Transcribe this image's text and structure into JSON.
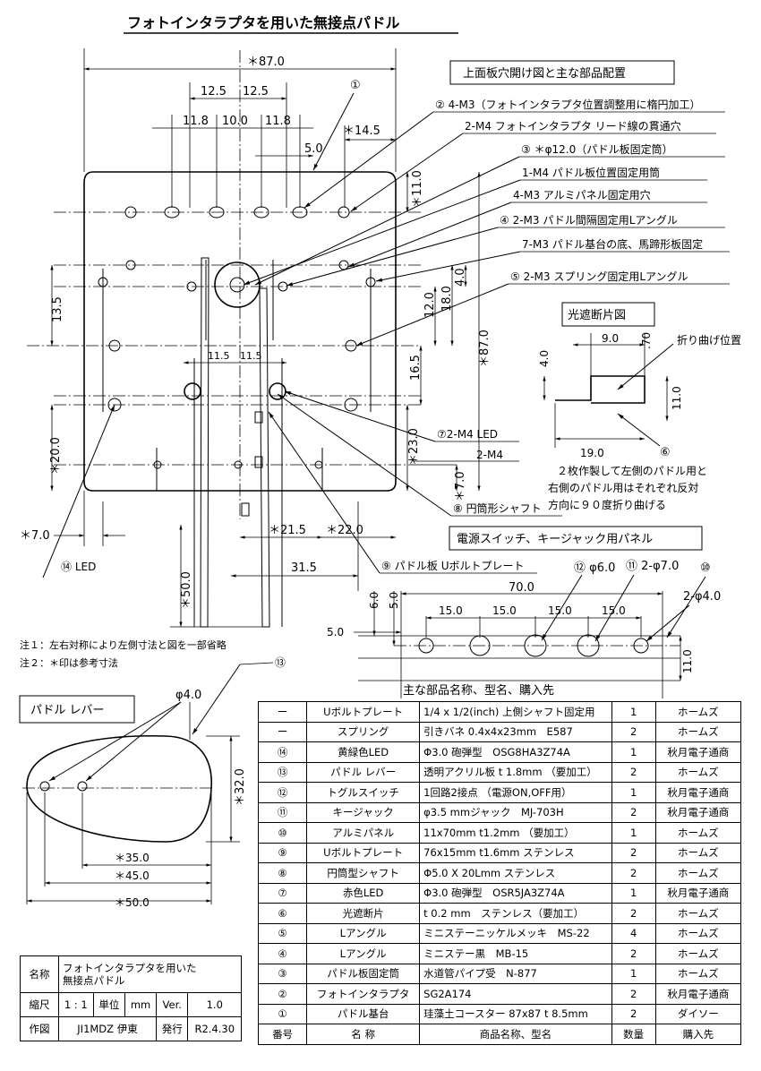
{
  "title": "フォトインタラプタを用いた無接点パドル",
  "section_top": "上面板穴開け図と主な部品配置",
  "section_shutter": "光遮断片図",
  "section_panel": "電源スイッチ、キージャック用パネル",
  "section_lever": "パドル レバー",
  "section_parts": "主な部品名称、型名、購入先",
  "notes": [
    "注１：左右対称により左側寸法と図を一部省略",
    "注２：＊印は参考寸法"
  ],
  "dims_top": {
    "overall": "＊87.0",
    "d12_5a": "12.5",
    "d12_5b": "12.5",
    "d11_8a": "11.8",
    "d10_0": "10.0",
    "d11_8b": "11.8",
    "d14_5": "＊14.5",
    "d5_0": "5.0",
    "d11_0": "＊11.0",
    "d4_0": "4.0",
    "d18_0": "18.0",
    "d12_0": "12.0",
    "d13_5": "13.5",
    "d87_v": "＊87.0",
    "d11_5a": "11.5",
    "d11_5b": "11.5",
    "d16_5": "16.5",
    "d23_0": "＊23.0",
    "d20_0": "＊20.0",
    "d7_0v": "＊7.0",
    "d7_0h": "＊7.0",
    "d21_5": "＊21.5",
    "d22_0": "＊22.0",
    "d50_0": "＊50.0",
    "d31_5": "31.5"
  },
  "callouts": [
    "①",
    "②  4-M3（フォトインタラプタ位置調整用に楕円加工）",
    "2-M4 フォトインタラプタ リード線の貫通穴",
    "③  ＊φ12.0（パドル板固定筒）",
    "1-M4 パドル板位置固定用筒",
    "4-M3 アルミパネル固定用穴",
    "④  2-M3 パドル間隔固定用Lアングル",
    "7-M3 パドル基台の底、馬蹄形板固定",
    "⑤  2-M3 スプリング固定用Lアングル",
    "⑦2-M4 LED",
    "2-M4",
    "⑧  円筒形シャフト",
    "⑨  パドル板 Uボルトプレート",
    "⑭  LED",
    "⑬"
  ],
  "shutter": {
    "d9_0": "9.0",
    "d70": ".70",
    "d4_0": "4.0",
    "d11_0": "11.0",
    "d19_0": "19.0",
    "bend": "折り曲げ位置",
    "mark": "⑥",
    "note": [
      "２枚作製して左側のパドル用と",
      "右側のパドル用はそれぞれ反対",
      "方向に９０度折り曲げる"
    ]
  },
  "panel": {
    "d70": "70.0",
    "d6_0": "6.0",
    "d5_0a": "5.0",
    "d5_0b": "5.0",
    "d11_0": "11.0",
    "pitch": [
      "15.0",
      "15.0",
      "15.0",
      "15.0"
    ],
    "c12": "⑫ φ6.0",
    "c11": "⑪ 2-φ7.0",
    "c10": "⑩",
    "c4": "2-φ4.0"
  },
  "lever": {
    "d4_0": "φ4.0",
    "d32": "＊32.0",
    "d35": "＊35.0",
    "d45": "＊45.0",
    "d50": "＊50.0"
  },
  "parts": [
    [
      "ー",
      "Uボルトプレート",
      "1/4 x 1/2(inch) 上側シャフト固定用",
      "1",
      "ホームズ"
    ],
    [
      "ー",
      "スプリング",
      "引きバネ 0.4x4x23mm　E587",
      "2",
      "ホームズ"
    ],
    [
      "⑭",
      "黄緑色LED",
      "Φ3.0 砲弾型　OSG8HA3Z74A",
      "1",
      "秋月電子通商"
    ],
    [
      "⑬",
      "パドル レバー",
      "透明アクリル板 t 1.8mm （要加工）",
      "2",
      "ホームズ"
    ],
    [
      "⑫",
      "トグルスイッチ",
      "1回路2接点 （電源ON,OFF用）",
      "1",
      "秋月電子通商"
    ],
    [
      "⑪",
      "キージャック",
      "φ3.5 mmジャック　MJ-703H",
      "2",
      "秋月電子通商"
    ],
    [
      "⑩",
      "アルミパネル",
      "11x70mm t1.2mm （要加工）",
      "1",
      "ホームズ"
    ],
    [
      "⑨",
      "Uボルトプレート",
      "76x15mm t1.6mm ステンレス",
      "2",
      "ホームズ"
    ],
    [
      "⑧",
      "円筒型シャフト",
      "Φ5.0 X 20Lmm ステンレス",
      "2",
      "ホームズ"
    ],
    [
      "⑦",
      "赤色LED",
      "Φ3.0 砲弾型　OSR5JA3Z74A",
      "1",
      "秋月電子通商"
    ],
    [
      "⑥",
      "光遮断片",
      "t 0.2 mm　ステンレス（要加工）",
      "2",
      "ホームズ"
    ],
    [
      "⑤",
      "Lアングル",
      "ミニステーニッケルメッキ　MS-22",
      "4",
      "ホームズ"
    ],
    [
      "④",
      "Lアングル",
      "ミニステー黒　MB-15",
      "2",
      "ホームズ"
    ],
    [
      "③",
      "パドル板固定筒",
      "水道管パイプ受　N-877",
      "1",
      "ホームズ"
    ],
    [
      "②",
      "フォトインタラプタ",
      "SG2A174",
      "2",
      "秋月電子通商"
    ],
    [
      "①",
      "パドル基台",
      "珪藻土コースター 87x87 t 8.5mm",
      "2",
      "ダイソー"
    ]
  ],
  "parts_header": [
    "番号",
    "名 称",
    "商品名称、型名",
    "数量",
    "購入先"
  ],
  "title_block": {
    "name_label": "名称",
    "name_value": [
      "フォトインタラプタを用いた",
      "無接点パドル"
    ],
    "scale_label": "縮尺",
    "scale_value": "1 : 1",
    "unit_label": "単位",
    "unit_value": "mm",
    "ver_label": "Ver.",
    "ver_value": "1.0",
    "author_label": "作図",
    "author_value": "JI1MDZ  伊東",
    "date_label": "発行",
    "date_value": "R2.4.30"
  }
}
